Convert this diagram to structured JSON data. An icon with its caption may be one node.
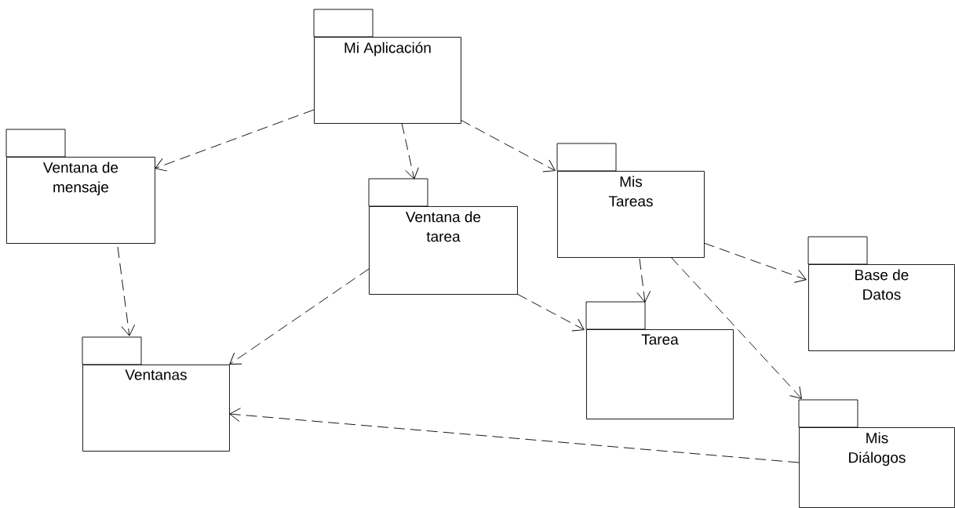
{
  "diagram": {
    "nodes": [
      {
        "text": [
          "Mi Aplicación"
        ]
      },
      {
        "text": [
          "Ventana de mensaje"
        ]
      },
      {
        "text": [
          "Ventana de tarea"
        ]
      },
      {
        "text": [
          "Mis Tareas"
        ]
      },
      {
        "text": [
          "Base de Datos"
        ]
      },
      {
        "text": [
          "Ventanas"
        ]
      },
      {
        "text": [
          "Tarea"
        ]
      },
      {
        "text": [
          "Mis Diálogos"
        ]
      }
    ],
    "edges": [
      {
        "from": 0,
        "to": 1,
        "arrow": "to",
        "style": "dashed"
      },
      {
        "from": 0,
        "to": 2,
        "arrow": "to",
        "style": "dashed"
      },
      {
        "from": 0,
        "to": 3,
        "arrow": "to",
        "style": "dashed"
      },
      {
        "from": 1,
        "to": 5,
        "arrow": "to",
        "style": "dashed"
      },
      {
        "from": 2,
        "to": 5,
        "arrow": "to",
        "style": "dashed"
      },
      {
        "from": 2,
        "to": 6,
        "arrow": "to",
        "style": "dashed"
      },
      {
        "from": 3,
        "to": 6,
        "arrow": "to",
        "style": "dashed"
      },
      {
        "from": 3,
        "to": 4,
        "arrow": "to",
        "style": "dashed"
      },
      {
        "from": 3,
        "to": 7,
        "arrow": "to",
        "style": "dashed"
      },
      {
        "from": 7,
        "to": 5,
        "arrow": "to",
        "style": "dashed"
      }
    ]
  }
}
